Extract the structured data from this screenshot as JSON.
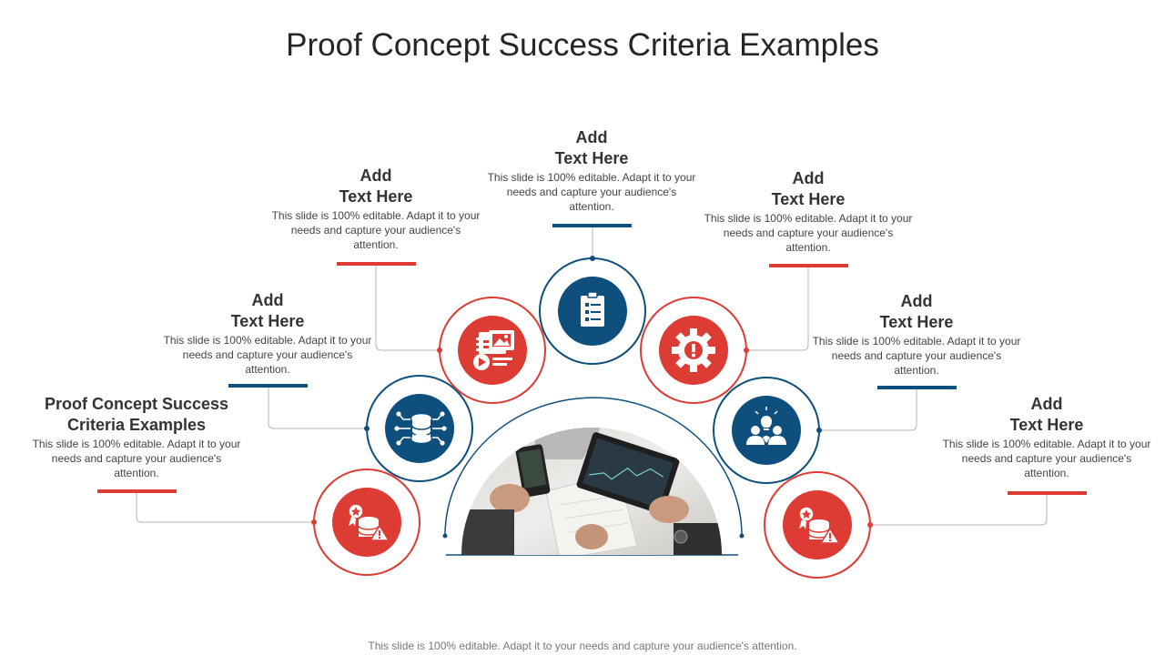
{
  "slide": {
    "title": "Proof Concept Success Criteria Examples",
    "footer": "This slide is 100% editable. Adapt it to your needs and capture your audience's attention."
  },
  "colors": {
    "red": "#dd3c34",
    "blue": "#0f4f7d",
    "connector": "#b5b5b5"
  },
  "items": [
    {
      "id": "item-1",
      "heading_line1": "Proof Concept Success",
      "heading_line2": "Criteria Examples",
      "description": "This slide is 100% editable. Adapt it to your needs and capture your audience's attention.",
      "color": "red",
      "icon": "award-database-warning-icon"
    },
    {
      "id": "item-2",
      "heading_line1": "Add",
      "heading_line2": "Text Here",
      "description": "This slide is 100% editable. Adapt it to your needs and capture your audience's attention.",
      "color": "blue",
      "icon": "database-network-icon"
    },
    {
      "id": "item-3",
      "heading_line1": "Add",
      "heading_line2": "Text Here",
      "description": "This slide is 100% editable. Adapt it to your needs and capture your audience's attention.",
      "color": "red",
      "icon": "media-gallery-icon"
    },
    {
      "id": "item-4",
      "heading_line1": "Add",
      "heading_line2": "Text Here",
      "description": "This slide is 100% editable. Adapt it to your needs and capture your audience's attention.",
      "color": "blue",
      "icon": "clipboard-checklist-icon"
    },
    {
      "id": "item-5",
      "heading_line1": "Add",
      "heading_line2": "Text Here",
      "description": "This slide is 100% editable. Adapt it to your needs and capture your audience's attention.",
      "color": "red",
      "icon": "gear-warning-icon"
    },
    {
      "id": "item-6",
      "heading_line1": "Add",
      "heading_line2": "Text Here",
      "description": "This slide is 100% editable. Adapt it to your needs and capture your audience's attention.",
      "color": "blue",
      "icon": "team-idea-icon"
    },
    {
      "id": "item-7",
      "heading_line1": "Add",
      "heading_line2": "Text Here",
      "description": "This slide is 100% editable. Adapt it to your needs and capture your audience's attention.",
      "color": "red",
      "icon": "award-database-warning-icon"
    }
  ]
}
